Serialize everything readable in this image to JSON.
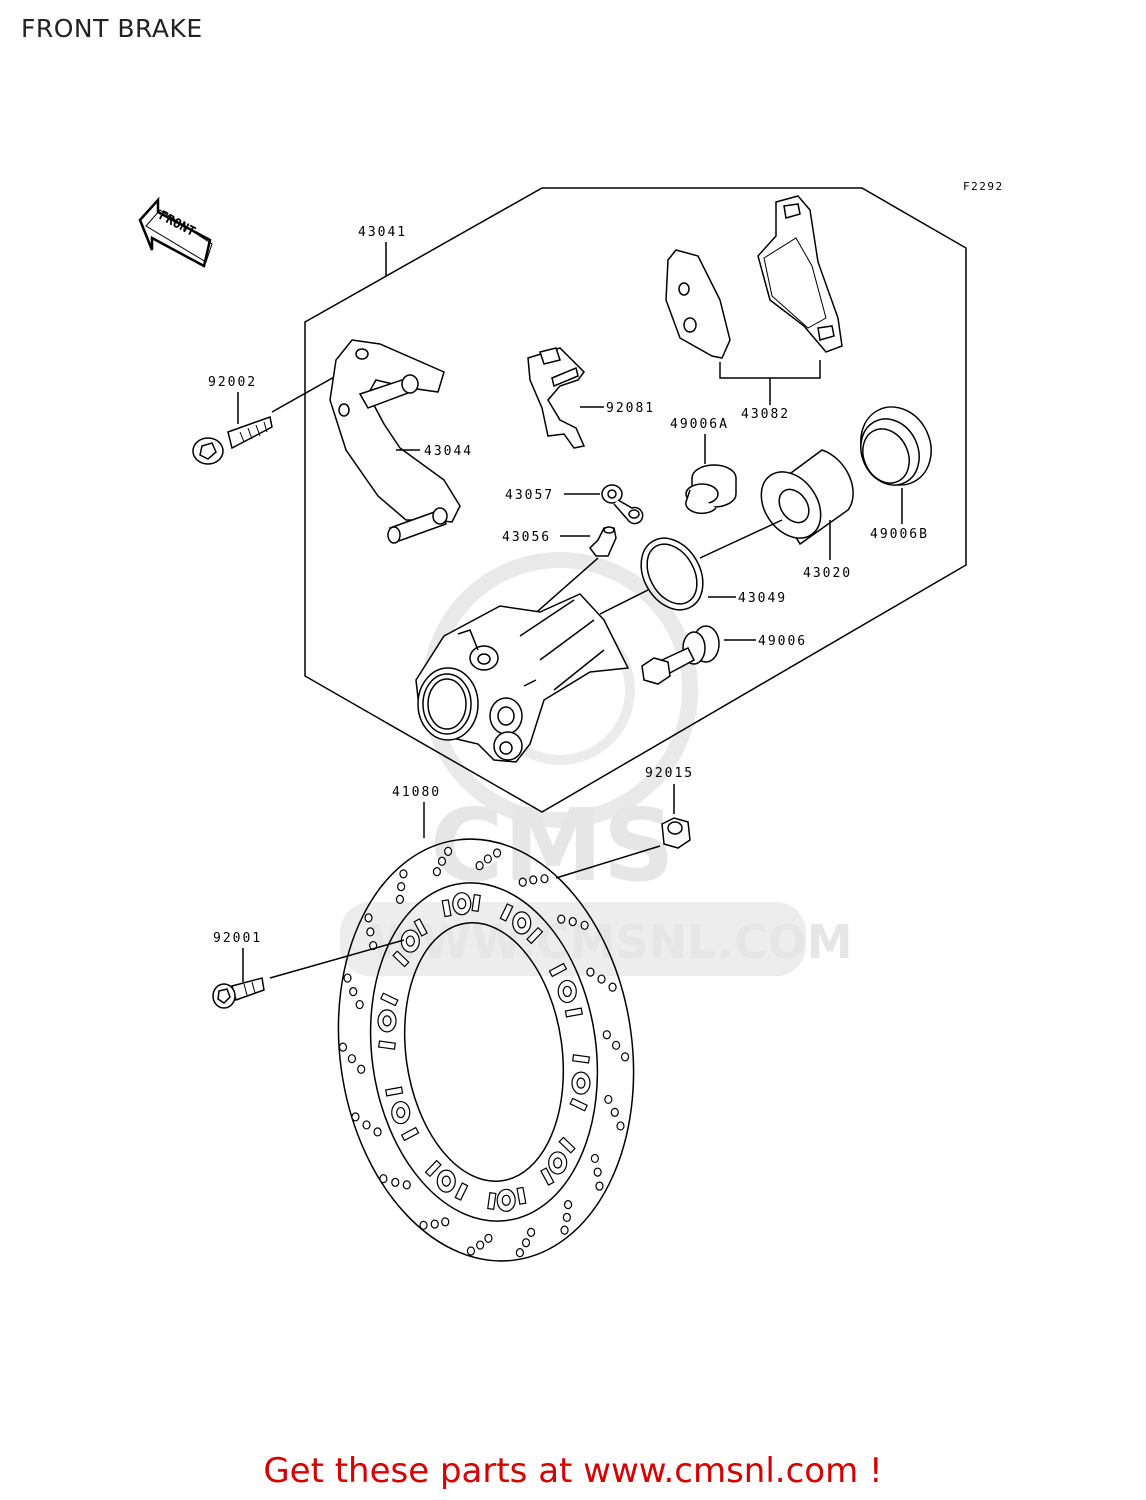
{
  "title": "FRONT BRAKE",
  "diagram_code": "F2292",
  "front_arrow_label": "FRONT",
  "parts": {
    "p43041": "43041",
    "p92002": "92002",
    "p43044": "43044",
    "p92081": "92081",
    "p43082": "43082",
    "p49006A": "49006A",
    "p43057": "43057",
    "p43056": "43056",
    "p43020": "43020",
    "p49006B": "49006B",
    "p43049": "43049",
    "p49006": "49006",
    "p92015": "92015",
    "p41080": "41080",
    "p92001": "92001"
  },
  "watermark": {
    "brand": "CMS",
    "url": "WWW.CMSNL.COM"
  },
  "footer": "Get these parts at www.cmsnl.com !",
  "colors": {
    "line": "#000000",
    "footer_text": "#d40000",
    "watermark": "#e6e6e6"
  }
}
